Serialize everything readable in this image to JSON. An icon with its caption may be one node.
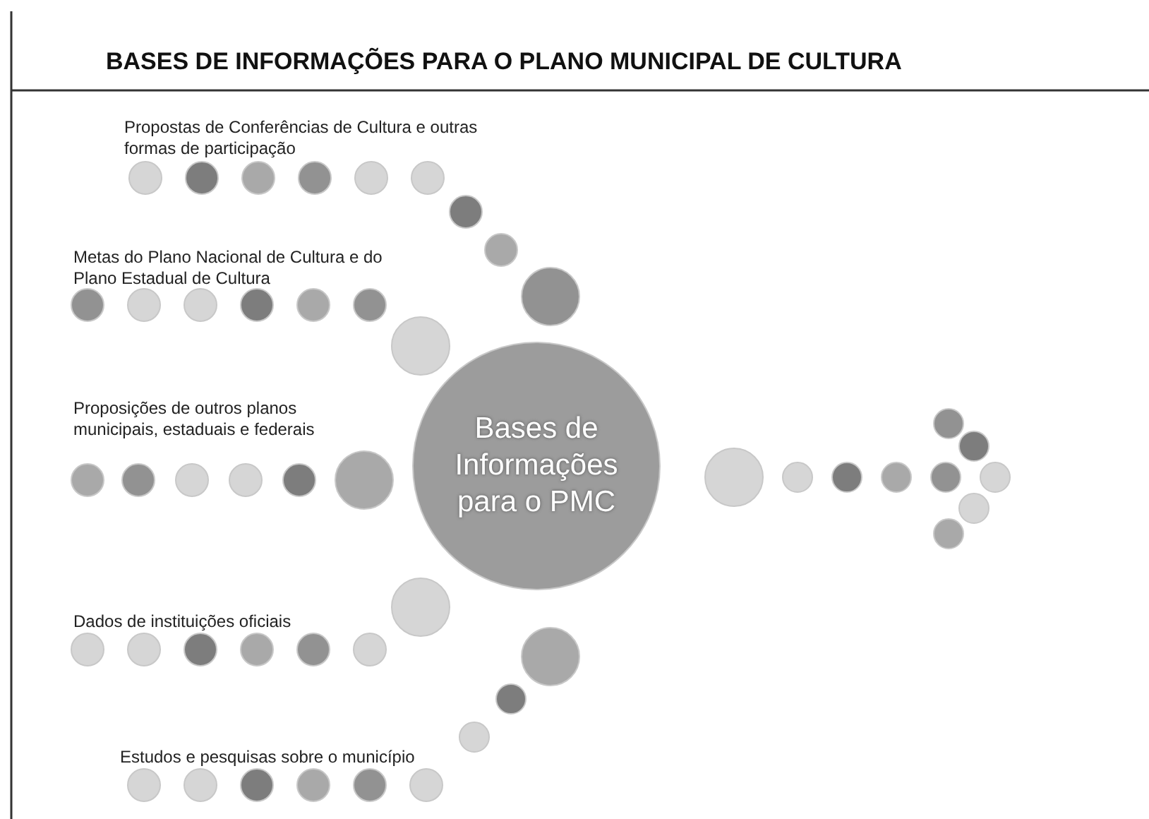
{
  "diagram": {
    "title": "BASES DE INFORMAÇÕES PARA O PLANO MUNICIPAL DE CULTURA",
    "nodes": [
      {
        "text": [
          "Bases de Informações para o PMC"
        ]
      },
      {
        "text": [],
        "shape": "circle"
      },
      {
        "text": [],
        "shape": "circle"
      },
      {
        "text": [],
        "shape": "circle"
      },
      {
        "text": [],
        "shape": "circle"
      },
      {
        "text": [],
        "shape": "circle"
      },
      {
        "text": [],
        "shape": "circle"
      },
      {
        "text": [],
        "shape": "circle"
      },
      {
        "text": [],
        "shape": "circle"
      },
      {
        "text": [],
        "shape": "circle"
      },
      {
        "text": [],
        "shape": "circle"
      },
      {
        "text": [],
        "shape": "circle"
      },
      {
        "text": [],
        "shape": "circle"
      },
      {
        "text": [],
        "shape": "circle"
      },
      {
        "text": [],
        "shape": "circle"
      },
      {
        "text": [],
        "shape": "circle"
      },
      {
        "text": [],
        "shape": "circle"
      },
      {
        "text": [],
        "shape": "circle"
      },
      {
        "text": [],
        "shape": "circle"
      },
      {
        "text": [],
        "shape": "circle"
      },
      {
        "text": [],
        "shape": "circle"
      },
      {
        "text": [],
        "shape": "circle"
      },
      {
        "text": [],
        "shape": "circle"
      },
      {
        "text": [],
        "shape": "circle"
      },
      {
        "text": [],
        "shape": "circle"
      },
      {
        "text": [],
        "shape": "circle"
      },
      {
        "text": [],
        "shape": "circle"
      },
      {
        "text": [],
        "shape": "circle"
      },
      {
        "text": [],
        "shape": "circle"
      },
      {
        "text": [],
        "shape": "circle"
      },
      {
        "text": [],
        "shape": "circle"
      },
      {
        "text": [],
        "shape": "circle"
      },
      {
        "text": [],
        "shape": "circle"
      },
      {
        "text": [],
        "shape": "circle"
      },
      {
        "text": [],
        "shape": "circle"
      },
      {
        "text": [],
        "shape": "circle"
      },
      {
        "text": [],
        "shape": "circle"
      },
      {
        "text": [],
        "shape": "circle"
      },
      {
        "text": [],
        "shape": "circle"
      },
      {
        "text": [],
        "shape": "circle"
      },
      {
        "text": [],
        "shape": "circle"
      },
      {
        "text": [],
        "shape": "circle"
      },
      {
        "text": [],
        "shape": "circle"
      },
      {
        "text": [],
        "shape": "circle"
      },
      {
        "text": [],
        "shape": "circle"
      },
      {
        "text": [],
        "shape": "circle"
      },
      {
        "text": [],
        "shape": "circle"
      },
      {
        "text": [],
        "shape": "circle"
      },
      {
        "text": [],
        "shape": "circle"
      }
    ],
    "labels": [
      "Propostas de Conferências de Cultura e outras formas de participação",
      "Metas do Plano Nacional de Cultura e do Plano Estadual de Cultura",
      "Proposições de outros planos municipais, estaduais e federais",
      "Dados de instituições oficiais",
      "Estudos e pesquisas sobre o município"
    ]
  }
}
